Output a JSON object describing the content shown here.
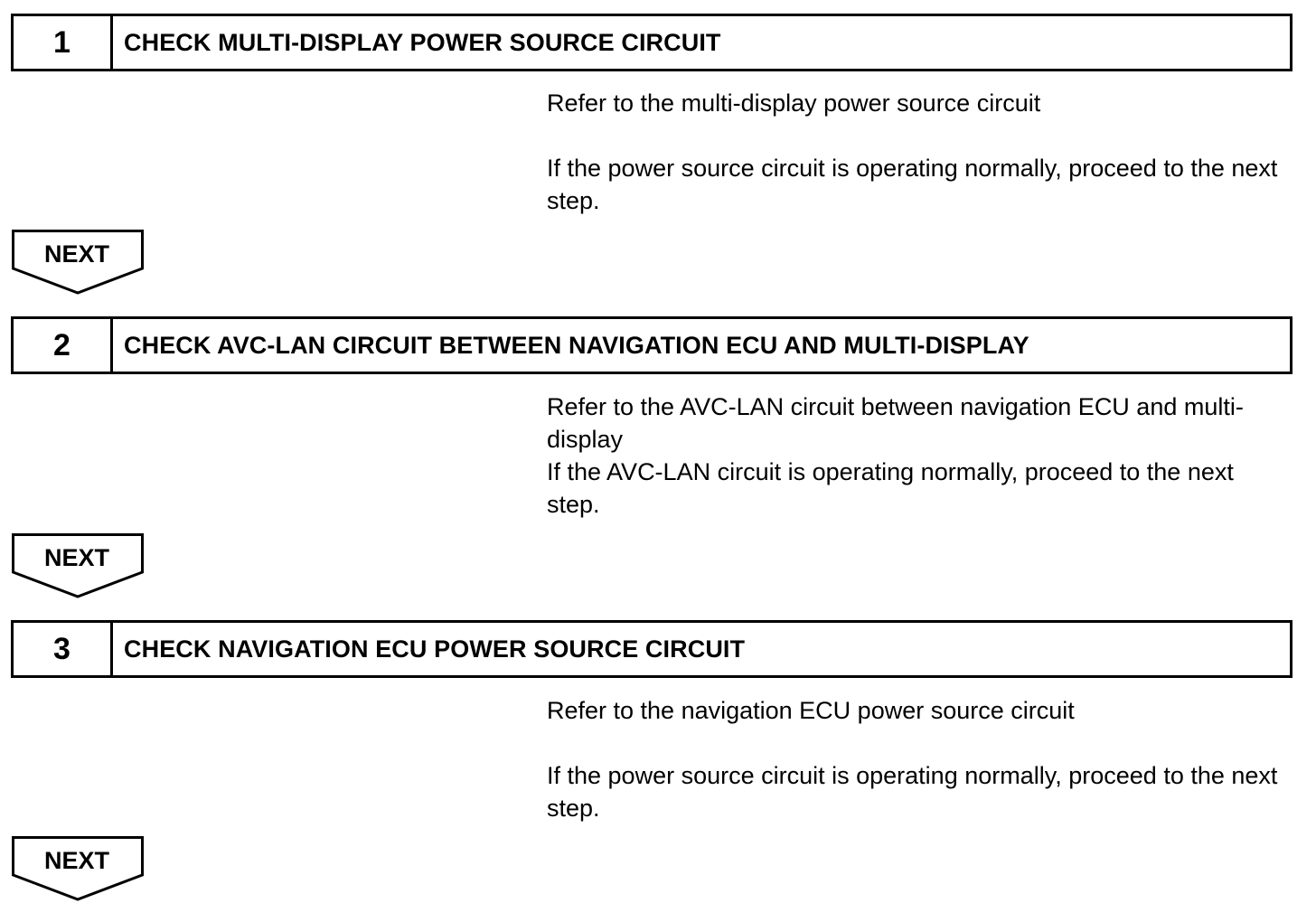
{
  "steps": [
    {
      "number": "1",
      "title": "CHECK MULTI-DISPLAY POWER SOURCE CIRCUIT",
      "paragraphs": [
        "Refer to the multi-display power source circuit",
        "If the power source circuit is operating normally, proceed to the next step."
      ],
      "next_label": "NEXT"
    },
    {
      "number": "2",
      "title": "CHECK AVC-LAN CIRCUIT BETWEEN NAVIGATION ECU AND MULTI-DISPLAY",
      "paragraphs": [
        "Refer to the AVC-LAN circuit between navigation ECU and multi-display",
        "If the AVC-LAN circuit is operating normally, proceed to the next step."
      ],
      "next_label": "NEXT"
    },
    {
      "number": "3",
      "title": "CHECK NAVIGATION ECU POWER SOURCE CIRCUIT",
      "paragraphs": [
        "Refer to the navigation ECU power source circuit",
        "If the power source circuit is operating normally, proceed to the next step."
      ],
      "next_label": "NEXT"
    }
  ]
}
